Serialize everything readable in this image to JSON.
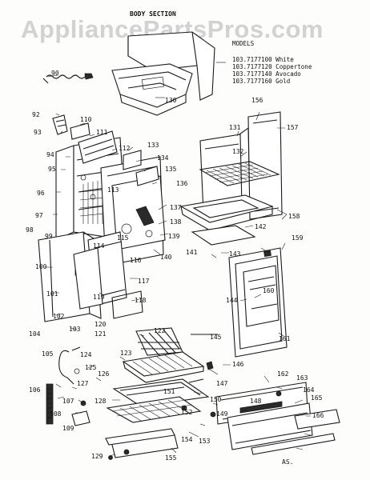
{
  "watermark": "AppliancePartsPros.com",
  "section_title": "BODY SECTION",
  "models_heading": "MODELS",
  "models": [
    "103.7177100 White",
    "103.7177120 Coppertone",
    "103.7177140 Avocado",
    "103.7177160 Gold"
  ],
  "footer_code": "AS.",
  "part_numbers": [
    "90",
    "92",
    "93",
    "94",
    "95",
    "96",
    "97",
    "98",
    "99",
    "100",
    "101",
    "102",
    "103",
    "104",
    "105",
    "106",
    "107",
    "108",
    "109",
    "110",
    "111",
    "112",
    "113",
    "114",
    "115",
    "116",
    "117",
    "118",
    "119",
    "120",
    "121",
    "122",
    "123",
    "124",
    "125",
    "126",
    "127",
    "128",
    "129",
    "130",
    "131",
    "132",
    "133",
    "134",
    "135",
    "136",
    "137",
    "138",
    "139",
    "140",
    "141",
    "142",
    "143",
    "144",
    "145",
    "146",
    "147",
    "148",
    "149",
    "150",
    "151",
    "152",
    "153",
    "154",
    "155",
    "156",
    "157",
    "158",
    "159",
    "160",
    "161",
    "162",
    "163",
    "164",
    "165",
    "166"
  ]
}
